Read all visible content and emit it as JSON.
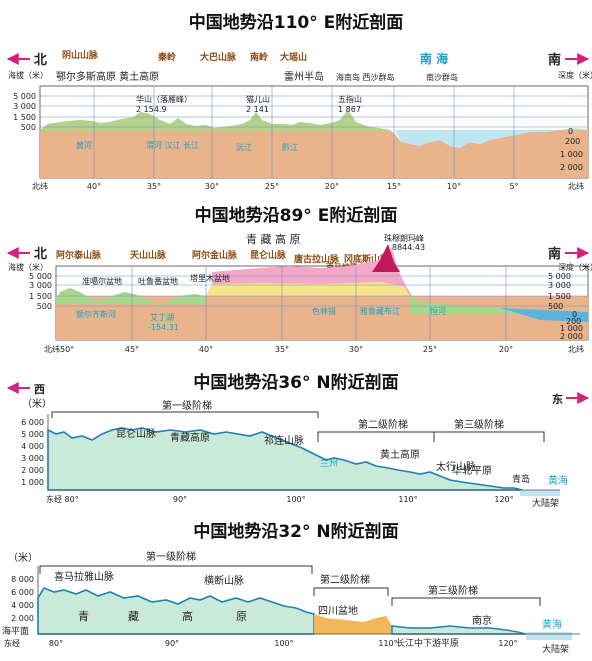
{
  "p1": {
    "title": "中国地势沿110° E附近剖面",
    "north": "北",
    "south": "南",
    "left_axis": "海拔（米）",
    "right_axis": "深度（米）",
    "mountains": [
      "阴山山脉",
      "秦岭",
      "大巴山脉",
      "南岭",
      "大瑶山"
    ],
    "region_left": "鄂尔多斯高原 黄土高原",
    "region_mid": "雷州半岛",
    "islands": "海南岛 西沙群岛",
    "nansha": "南沙群岛",
    "sea": "南          海",
    "peaks": [
      "华山（落雁峰）",
      "2 154.9",
      "猫儿山",
      "2 141",
      "五指山",
      "1 867"
    ],
    "rivers": [
      "黄河",
      "渭河 汉江 长江",
      "沅江",
      "黔江"
    ],
    "left_ticks": [
      "5 000",
      "3 000",
      "1 500",
      "500"
    ],
    "right_ticks": [
      "0",
      "200",
      "1 000",
      "2 000"
    ],
    "lat_label": "北纬",
    "lat_ticks": [
      "40°",
      "35°",
      "30°",
      "25°",
      "20°",
      "15°",
      "10°",
      "5°"
    ]
  },
  "p2": {
    "title": "中国地势沿89° E附近剖面",
    "north": "北",
    "south": "南",
    "plateau": "青  藏  高  原",
    "peak_name": "珠穆朗玛峰",
    "peak_height": "8844.43",
    "mountains": [
      "阿尔泰山脉",
      "天山山脉",
      "阿尔金山脉",
      "昆仑山脉",
      "唐古拉山脉",
      "冈底斯山脉",
      "喜马拉雅山脉"
    ],
    "basins": [
      "准噶尔盆地",
      "吐鲁番盆地",
      "塔里木盆地"
    ],
    "left_axis": "海拔（米）",
    "right_axis": "深度（米）",
    "left_ticks": [
      "5 000",
      "3 000",
      "1 500",
      "500"
    ],
    "right_ticks": [
      "5 000",
      "3 000",
      "1 500",
      "500",
      "0",
      "200",
      "1 000",
      "2 000"
    ],
    "rivers": [
      "额尔齐斯河",
      "艾丁湖",
      "-154.31",
      "色林错",
      "雅鲁藏布江",
      "恒河"
    ],
    "lat_ticks": [
      "北纬50°",
      "45°",
      "40°",
      "35°",
      "30°",
      "25°",
      "20°",
      "北纬"
    ]
  },
  "p3": {
    "title": "中国地势沿36° N附近剖面",
    "west": "西",
    "east": "东",
    "unit": "（米）",
    "ticks": [
      "6 000",
      "5 000",
      "4 000",
      "3 000",
      "2 000",
      "1 000"
    ],
    "step1": "第一级阶梯",
    "step2": "第二级阶梯",
    "step3": "第三级阶梯",
    "labels": [
      "昆仑山脉",
      "青藏高原",
      "祁连山脉",
      "兰州",
      "黄土高原",
      "太行山脉",
      "华北平原",
      "青岛",
      "黄海",
      "大陆架"
    ],
    "lon_label": "东经 80°",
    "lon_ticks": [
      "90°",
      "100°",
      "110°",
      "120°"
    ]
  },
  "p4": {
    "title": "中国地势沿32° N附近剖面",
    "unit": "（米）",
    "ticks": [
      "8 000",
      "6 000",
      "4 000",
      "2 000"
    ],
    "sea_level": "海平面",
    "step1": "第一级阶梯",
    "step2": "第二级阶梯",
    "step3": "第三级阶梯",
    "labels": [
      "喜马拉雅山脉",
      "横断山脉",
      "青",
      "藏",
      "高",
      "原",
      "四川盆地",
      "南京",
      "长江中下游平原",
      "黄海",
      "大陆架"
    ],
    "lon_label": "东经",
    "lon_ticks": [
      "80°",
      "90°",
      "100°",
      "110°",
      "120°"
    ]
  },
  "colors": {
    "land": "#e9b38c",
    "sea": "#bfe6f0",
    "low": "#a7d88a",
    "plateau": "#f4a7c9",
    "green": "#c9ead9",
    "sichuan": "#f2b75a",
    "arrow": "#d4237a"
  }
}
